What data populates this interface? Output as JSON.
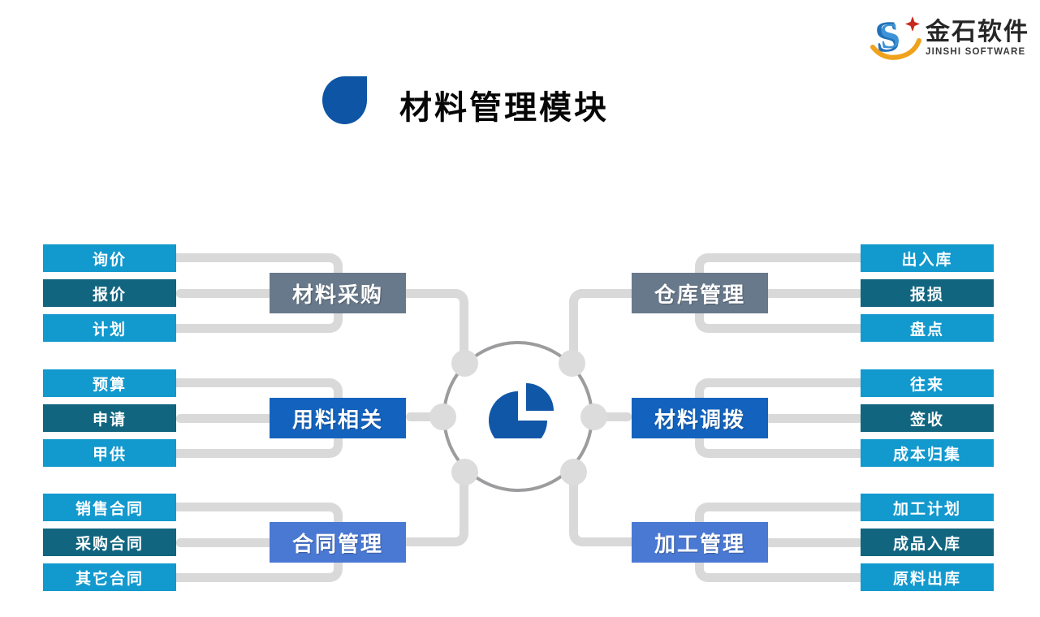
{
  "logo": {
    "name": "金石软件",
    "subtitle": "JINSHI SOFTWARE"
  },
  "title": "材料管理模块",
  "diagram": {
    "branches": [
      {
        "id": "material-procurement",
        "label": "材料采购",
        "side": "left",
        "color": "#68798b",
        "items": [
          "询价",
          "报价",
          "计划"
        ]
      },
      {
        "id": "material-usage",
        "label": "用料相关",
        "side": "left",
        "color": "#1363be",
        "items": [
          "预算",
          "申请",
          "甲供"
        ]
      },
      {
        "id": "contract-management",
        "label": "合同管理",
        "side": "left",
        "color": "#4a79d4",
        "items": [
          "销售合同",
          "采购合同",
          "其它合同"
        ]
      },
      {
        "id": "warehouse-management",
        "label": "仓库管理",
        "side": "right",
        "color": "#68798b",
        "items": [
          "出入库",
          "报损",
          "盘点"
        ]
      },
      {
        "id": "material-transfer",
        "label": "材料调拨",
        "side": "right",
        "color": "#1363be",
        "items": [
          "往来",
          "签收",
          "成本归集"
        ]
      },
      {
        "id": "processing-management",
        "label": "加工管理",
        "side": "right",
        "color": "#4a79d4",
        "items": [
          "加工计划",
          "成品入库",
          "原料出库"
        ]
      }
    ],
    "item_colors": {
      "light_blue": "#1299ce",
      "dark_teal": "#11657f",
      "connector_gray": "#d9d9d9",
      "hub_ring_gray": "#9c9c9e",
      "brand_blue": "#0e55a5"
    },
    "hub_icon": "pie-chart"
  }
}
